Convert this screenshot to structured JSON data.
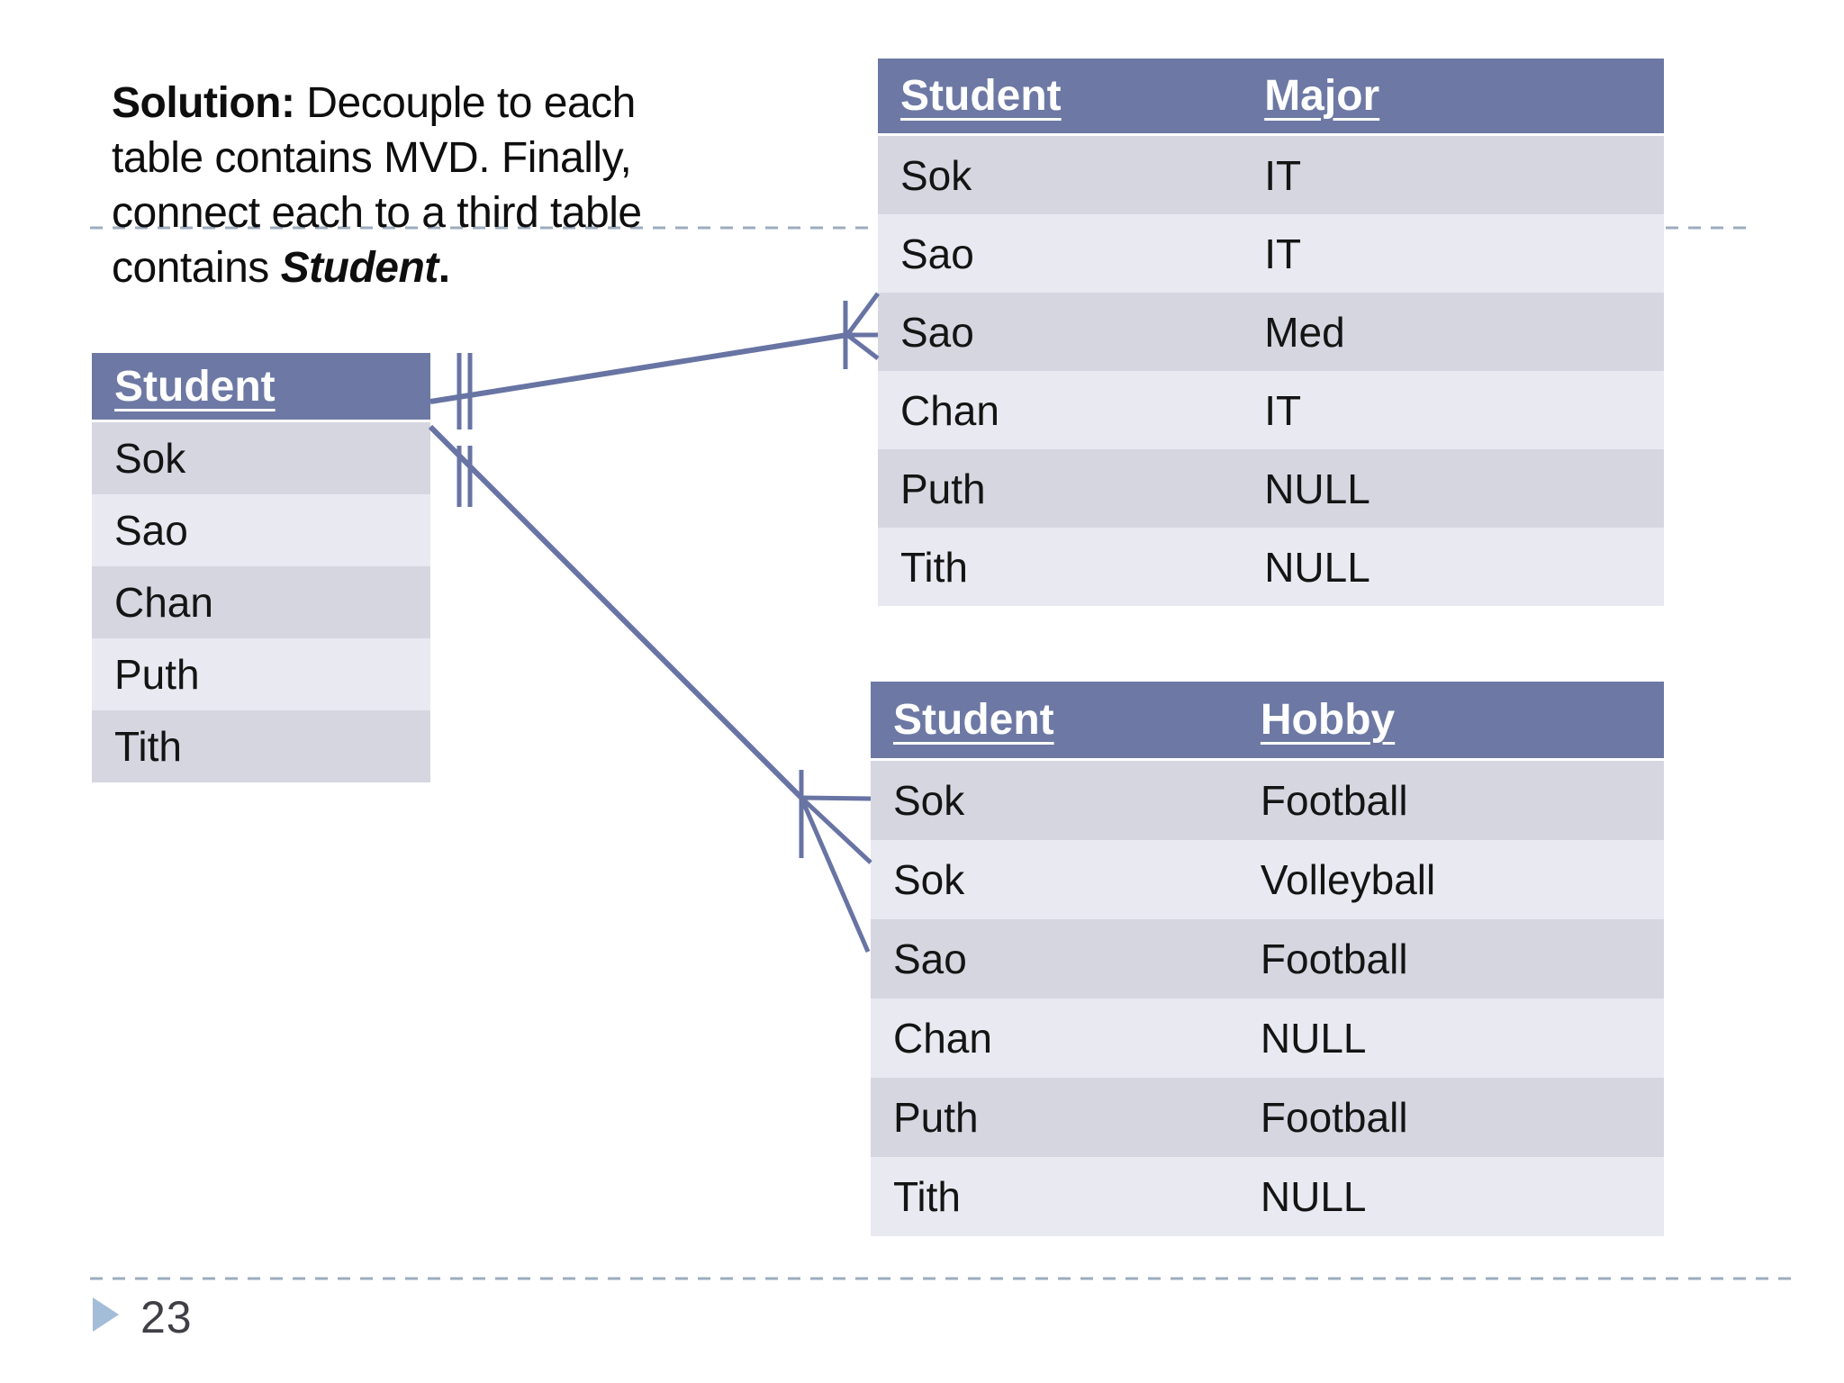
{
  "slide": {
    "title_block": {
      "line1_bold": "Solution:",
      "line1_rest": " Decouple to each",
      "line2": "table contains MVD. Finally,",
      "line3": "connect each to a third table",
      "line4_pre": "contains ",
      "line4_emphasis": "Student",
      "line4_end": "."
    },
    "page_number": "23"
  },
  "tables": {
    "student": {
      "header": "Student",
      "rows": [
        "Sok",
        "Sao",
        "Chan",
        "Puth",
        "Tith"
      ]
    },
    "major": {
      "headers": [
        "Student",
        "Major"
      ],
      "rows": [
        [
          "Sok",
          "IT"
        ],
        [
          "Sao",
          "IT"
        ],
        [
          "Sao",
          "Med"
        ],
        [
          "Chan",
          "IT"
        ],
        [
          "Puth",
          "NULL"
        ],
        [
          "Tith",
          "NULL"
        ]
      ]
    },
    "hobby": {
      "headers": [
        "Student",
        "Hobby"
      ],
      "rows": [
        [
          "Sok",
          "Football"
        ],
        [
          "Sok",
          "Volleyball"
        ],
        [
          "Sao",
          "Football"
        ],
        [
          "Chan",
          "NULL"
        ],
        [
          "Puth",
          "Football"
        ],
        [
          "Tith",
          "NULL"
        ]
      ]
    }
  },
  "icons": {
    "bullet": "triangle-right-icon",
    "connector_many_end": "crow-foot-icon",
    "connector_one_end": "double-tick-icon"
  },
  "colors": {
    "table_header_bg": "#6D79A4",
    "table_row_dark": "#D5D6E0",
    "table_row_light": "#E9E9F1",
    "connector_line": "#6874A3",
    "dashed_divider": "#9DACBE",
    "bullet_triangle": "#A3BDD8",
    "page_number_text": "#3F3F46",
    "header_text": "#FFFFFF",
    "body_text": "#0E0E0E"
  }
}
